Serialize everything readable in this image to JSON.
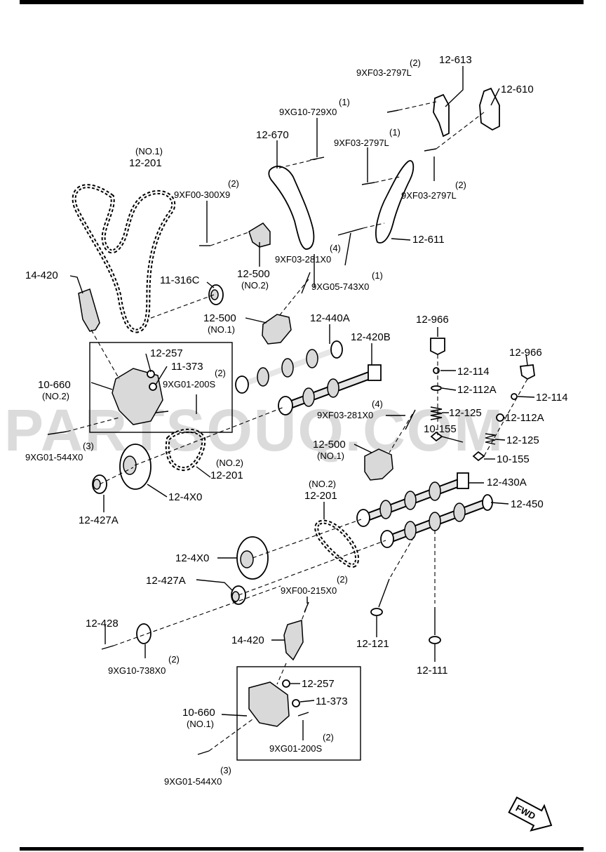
{
  "watermark": "PARTSOUQ.COM",
  "labels": {
    "l01": "12-613",
    "l02": "(2)",
    "l03": "9XF03-2797L",
    "l04": "12-610",
    "l05": "(1)",
    "l06": "9XG10-729X0",
    "l07": "12-670",
    "l08": "(1)",
    "l09": "9XF03-2797L",
    "l10": "(NO.1)",
    "l11": "12-201",
    "l12": "(2)",
    "l13": "9XF00-300X9",
    "l14": "(2)",
    "l15": "9XF03-2797L",
    "l16": "12-611",
    "l17": "(4)",
    "l18": "9XF03-281X0",
    "l19": "12-500",
    "l20": "(NO.2)",
    "l21": "14-420",
    "l22": "11-316C",
    "l23": "(1)",
    "l24": "9XG05-743X0",
    "l25": "12-500",
    "l26": "(NO.1)",
    "l27": "12-440A",
    "l28": "12-966",
    "l29": "12-420B",
    "l30": "12-257",
    "l31": "11-373",
    "l32": "(2)",
    "l33": "9XG01-200S",
    "l34": "12-966",
    "l35": "10-660",
    "l36": "(NO.2)",
    "l37": "12-114",
    "l38": "12-112A",
    "l39": "12-114",
    "l40": "(4)",
    "l41": "9XF03-281X0",
    "l42": "12-125",
    "l43": "12-112A",
    "l44": "(3)",
    "l45": "9XG01-544X0",
    "l46": "10-155",
    "l47": "12-125",
    "l48": "12-500",
    "l49": "(NO.1)",
    "l50": "(NO.2)",
    "l51": "12-201",
    "l52": "10-155",
    "l53": "12-4X0",
    "l54": "12-427A",
    "l55": "(NO.2)",
    "l56": "12-201",
    "l57": "12-430A",
    "l58": "12-450",
    "l59": "12-4X0",
    "l60": "12-427A",
    "l61": "(2)",
    "l62": "9XF00-215X0",
    "l63": "12-428",
    "l64": "(2)",
    "l65": "9XG10-738X0",
    "l66": "14-420",
    "l67": "12-121",
    "l68": "12-257",
    "l69": "12-111",
    "l70": "11-373",
    "l71": "10-660",
    "l72": "(NO.1)",
    "l73": "(2)",
    "l74": "9XG01-200S",
    "l75": "(3)",
    "l76": "9XG01-544X0"
  },
  "fwd_badge": "FWD"
}
